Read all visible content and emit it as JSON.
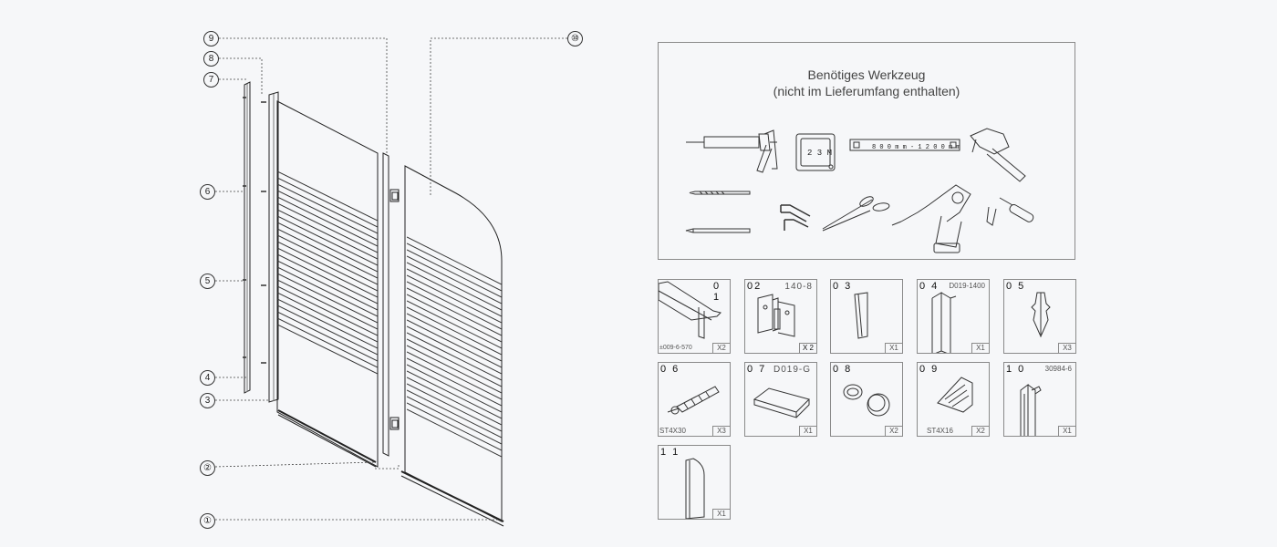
{
  "callouts": [
    {
      "label": "①"
    },
    {
      "label": "②"
    },
    {
      "label": "3"
    },
    {
      "label": "4"
    },
    {
      "label": "5"
    },
    {
      "label": "6"
    },
    {
      "label": "7"
    },
    {
      "label": "8"
    },
    {
      "label": "9"
    },
    {
      "label": "⑩"
    }
  ],
  "tools": {
    "title_line1": "Benötiges Werkzeug",
    "title_line2": "(nicht im Lieferumfang enthalten)",
    "tape_label": "2 3 M",
    "level_label": "8 0 0 m m - 1 2 0 0 m m",
    "items": [
      "caulking-gun-icon",
      "tape-measure-icon",
      "spirit-level-icon",
      "hammer-icon",
      "drill-bit-icon",
      "hex-keys-icon",
      "scissors-icon",
      "cordless-drill-icon",
      "screwdriver-icon",
      "pencil-icon"
    ]
  },
  "parts": [
    {
      "num": "0 1",
      "code": "",
      "sub": "±009-6-570",
      "qty": "X2"
    },
    {
      "num": "02",
      "code": "140-8",
      "sub": "",
      "qty": "X 2"
    },
    {
      "num": "0 3",
      "code": "",
      "sub": "",
      "qty": "X1"
    },
    {
      "num": "0 4",
      "code": "D019-1400",
      "sub": "",
      "qty": "X1"
    },
    {
      "num": "0 5",
      "code": "",
      "sub": "",
      "qty": "X3"
    },
    {
      "num": "0 6",
      "code": "",
      "sub": "ST4X30",
      "qty": "X3"
    },
    {
      "num": "0 7",
      "code": "D019-G",
      "sub": "",
      "qty": "X1"
    },
    {
      "num": "0 8",
      "code": "",
      "sub": "",
      "qty": "X2"
    },
    {
      "num": "0 9",
      "code": "",
      "sub": "ST4X16",
      "qty": "X2"
    },
    {
      "num": "1 0",
      "code": "30984-6",
      "sub": "",
      "qty": "X1"
    },
    {
      "num": "1 1",
      "code": "",
      "sub": "",
      "qty": "X1"
    }
  ]
}
